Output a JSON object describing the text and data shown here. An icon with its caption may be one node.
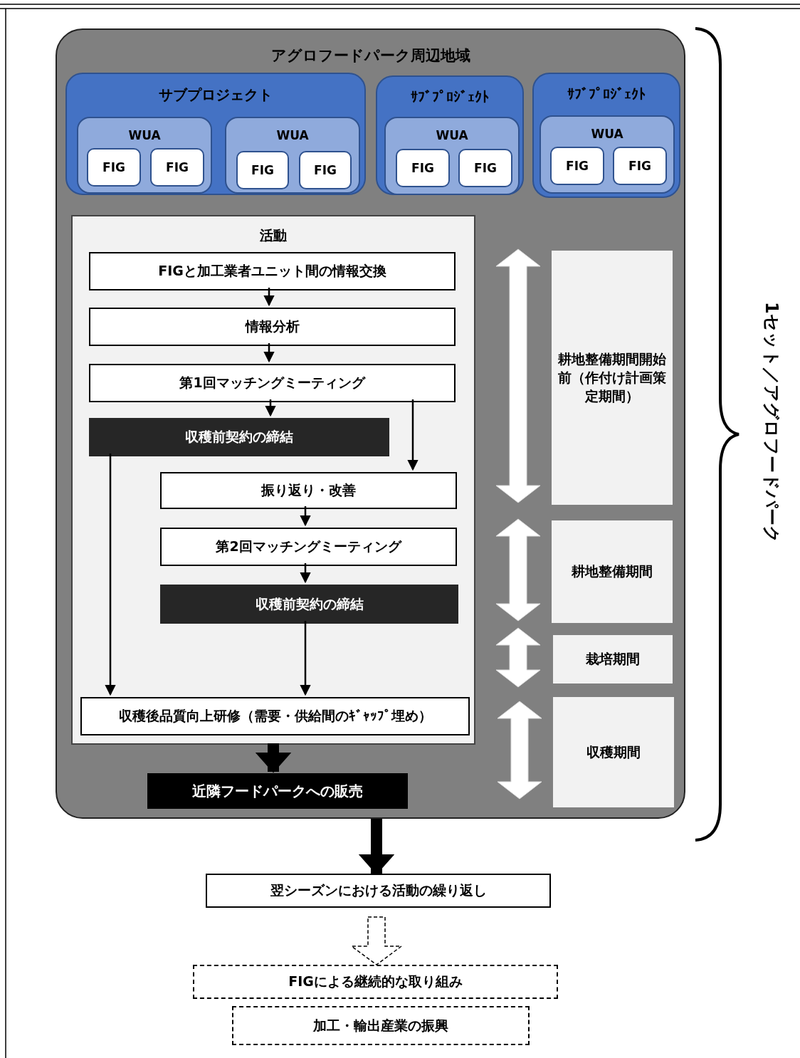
{
  "diagram": {
    "nodes": [
      {
        "text": [
          "アグロフードパーク周辺地域"
        ]
      },
      {
        "text": [
          "サブプロジェクト"
        ],
        "in": 0
      },
      {
        "text": [
          "WUA"
        ],
        "in": 1
      },
      {
        "text": [
          "FIG"
        ],
        "in": 2
      },
      {
        "text": [
          "FIG"
        ],
        "in": 2
      },
      {
        "text": [
          "WUA"
        ],
        "in": 1
      },
      {
        "text": [
          "FIG"
        ],
        "in": 5
      },
      {
        "text": [
          "FIG"
        ],
        "in": 5
      },
      {
        "text": [
          "ｻﾌﾞﾌﾟﾛｼﾞｪｸﾄ"
        ],
        "in": 0
      },
      {
        "text": [
          "WUA"
        ],
        "in": 8
      },
      {
        "text": [
          "FIG"
        ],
        "in": 9
      },
      {
        "text": [
          "FIG"
        ],
        "in": 9
      },
      {
        "text": [
          "ｻﾌﾞﾌﾟﾛｼﾞｪｸﾄ"
        ],
        "in": 0
      },
      {
        "text": [
          "WUA"
        ],
        "in": 12
      },
      {
        "text": [
          "FIG"
        ],
        "in": 13
      },
      {
        "text": [
          "FIG"
        ],
        "in": 13
      },
      {
        "text": [
          "活動"
        ],
        "in": 0
      },
      {
        "text": [
          "FIGと加工業者ユニット間の情報交換"
        ],
        "in": 16
      },
      {
        "text": [
          "情報分析"
        ],
        "in": 16
      },
      {
        "text": [
          "第1回マッチングミーティング"
        ],
        "in": 16
      },
      {
        "text": [
          "収穫前契約の締結"
        ],
        "in": 16
      },
      {
        "text": [
          "振り返り・改善"
        ],
        "in": 16
      },
      {
        "text": [
          "第2回マッチングミーティング"
        ],
        "in": 16
      },
      {
        "text": [
          "収穫前契約の締結"
        ],
        "in": 16
      },
      {
        "text": [
          "収穫後品質向上研修（需要・供給間のｷﾞｬｯﾌﾟ埋め）"
        ],
        "in": 16
      },
      {
        "text": [
          "近隣フードパークへの販売"
        ],
        "in": 0
      },
      {
        "text": [
          "耕地整備期間開始前（作付け計画策定期間）"
        ],
        "in": 0
      },
      {
        "text": [
          "耕地整備期間"
        ],
        "in": 0
      },
      {
        "text": [
          "栽培期間"
        ],
        "in": 0
      },
      {
        "text": [
          "収穫期間"
        ],
        "in": 0
      },
      {
        "text": [
          "翌シーズンにおける活動の繰り返し"
        ]
      },
      {
        "text": [
          "FIGによる継続的な取り組み"
        ]
      },
      {
        "text": [
          "加工・輸出産業の振興"
        ]
      }
    ],
    "edges": [
      {
        "from": 17,
        "to": 18,
        "arrow": "to"
      },
      {
        "from": 18,
        "to": 19,
        "arrow": "to"
      },
      {
        "from": 19,
        "to": 20,
        "arrow": "to"
      },
      {
        "from": 19,
        "to": 21,
        "arrow": "to"
      },
      {
        "from": 21,
        "to": 22,
        "arrow": "to"
      },
      {
        "from": 22,
        "to": 23,
        "arrow": "to"
      },
      {
        "from": 20,
        "to": 24,
        "arrow": "to"
      },
      {
        "from": 23,
        "to": 24,
        "arrow": "to"
      },
      {
        "from": 16,
        "to": 25,
        "arrow": "to",
        "style": "thick"
      },
      {
        "from": 0,
        "to": 30,
        "arrow": "to",
        "style": "thick"
      },
      {
        "from": 30,
        "to": 31,
        "arrow": "to",
        "style": "dashed"
      }
    ],
    "labels": [
      "1セット／アグロフードパーク"
    ]
  }
}
